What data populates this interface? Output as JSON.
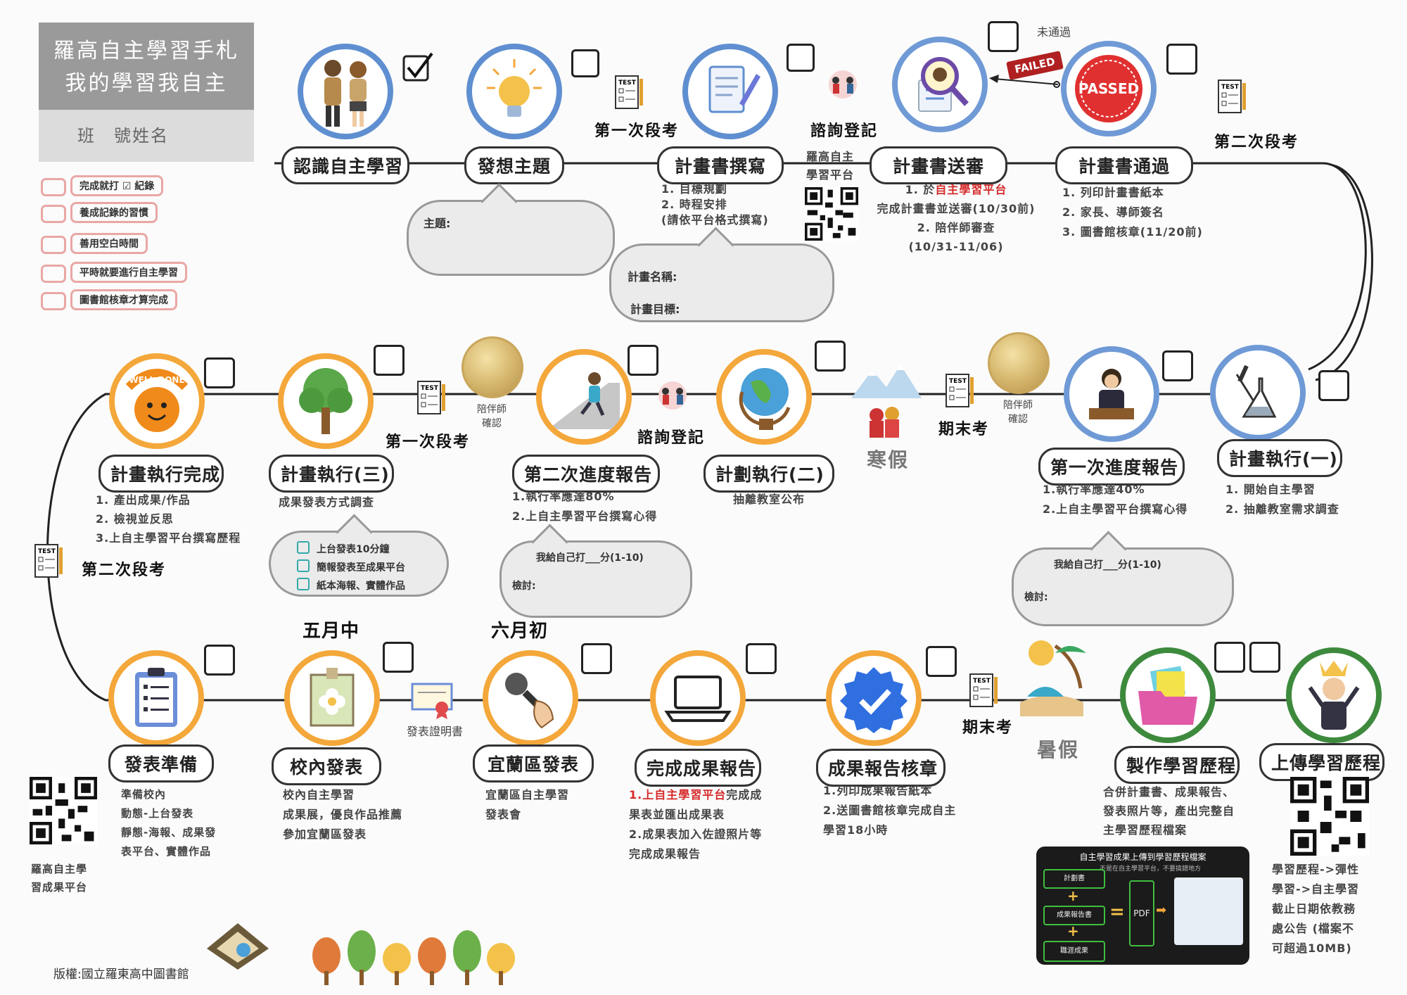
{
  "header": {
    "title1": "羅高自主學習手札",
    "title2": "我的學習我自主",
    "sub": "班　號姓名"
  },
  "legend": [
    {
      "text": "完成就打 ☑ 紀錄"
    },
    {
      "text": "養成記錄的習慣"
    },
    {
      "text": "善用空白時間"
    },
    {
      "text": "平時就要進行自主學習"
    },
    {
      "text": "圖書館核章才算完成"
    }
  ],
  "steps": {
    "know": "認識自主學習",
    "idea": "發想主題",
    "write": "計畫書撰寫",
    "review": "計畫書送審",
    "pass": "計畫書通過",
    "exec1": "計畫執行(一)",
    "prog1": "第一次進度報告",
    "exec2": "計劃執行(二)",
    "prog2": "第二次進度報告",
    "exec3": "計畫執行(三)",
    "done": "計畫執行完成",
    "prep": "發表準備",
    "school": "校內發表",
    "yilan": "宜蘭區發表",
    "report": "完成成果報告",
    "stamp": "成果報告核章",
    "portfolio": "製作學習歷程",
    "upload": "上傳學習歷程"
  },
  "descs": {
    "write": [
      "1. 目標規劃",
      "2. 時程安排",
      "(請依平台格式撰寫)"
    ],
    "platform_qr_label": [
      "羅高自主",
      "學習平台"
    ],
    "review": {
      "l1a": "1. 於",
      "l1red": "自主學習平台",
      "l2": "完成計畫書並送審(10/30前)",
      "l3": "2. 陪伴師審查",
      "l4": "(10/31-11/06)"
    },
    "pass": [
      "1. 列印計畫書紙本",
      "2. 家長、導師簽名",
      "3. 圖書館核章(11/20前)"
    ],
    "exec1": [
      "1. 開始自主學習",
      "2. 抽離教室需求調查"
    ],
    "prog1": [
      "1.執行率應達40%",
      "2.上自主學習平台撰寫心得"
    ],
    "exec2": [
      "抽離教室公布"
    ],
    "prog2": [
      "1.執行率應達80%",
      "2.上自主學習平台撰寫心得"
    ],
    "exec3": [
      "成果發表方式調查"
    ],
    "done": [
      "1. 產出成果/作品",
      "2. 檢視並反思",
      "3.上自主學習平台撰寫歷程"
    ],
    "prep": [
      "準備校內",
      "動態-上台發表",
      "靜態-海報、成果發",
      "表平台、實體作品"
    ],
    "prep_qr_label": [
      "羅高自主學",
      "習成果平台"
    ],
    "school": [
      "校內自主學習",
      "成果展，優良作品推薦",
      "參加宜蘭區發表"
    ],
    "yilan": [
      "宜蘭區自主學習",
      "發表會"
    ],
    "report": {
      "l1red": "1.上自主學習平台",
      "l1": "完成成",
      "l2": "果表並匯出成果表",
      "l3": "2.成果表加入佐證照片等",
      "l4": "完成成果報告"
    },
    "stamp": [
      "1.列印成果報告紙本",
      "2.送圖書館核章完成自主",
      "學習18小時"
    ],
    "portfolio": [
      "合併計畫書、成果報告、",
      "發表照片等，產出完整自",
      "主學習歷程檔案"
    ],
    "upload": [
      "學習歷程->彈性",
      "學習->自主學習",
      "截止日期依教務",
      "處公告 (檔案不",
      "可超過10MB)"
    ]
  },
  "bubbles": {
    "idea": "主題:",
    "plan_name": "計畫名稱:",
    "plan_goal": "計畫目標:",
    "prog1_score": "我給自己打___分(1-10)",
    "prog1_review": "檢討:",
    "prog2_score": "我給自己打___分(1-10)",
    "prog2_review": "檢討:",
    "exec3_opts": [
      "上台發表10分鐘",
      "簡報發表至成果平台",
      "紙本海報、實體作品"
    ]
  },
  "markers": {
    "exam1_top": "第一次段考",
    "exam2_top": "第二次段考",
    "consult_top": "諮詢登記",
    "consult_mid": "諮詢登記",
    "final_mid": "期末考",
    "exam1_mid": "第一次段考",
    "exam2_left": "第二次段考",
    "final_bottom": "期末考",
    "winter": "寒假",
    "summer": "暑假",
    "may": "五月中",
    "june": "六月初",
    "not_passed": "未通過",
    "tutor_confirm": "陪伴師\n確認",
    "cert": "發表證明書",
    "failed_stamp": "FAILED",
    "passed_stamp": "PASSED",
    "welldone": "WELL DONE"
  },
  "pdf_panel": {
    "title": "自主學習成果上傳到學習歷程檔案",
    "note": "不是在自主學習平台，不要搞錯地方",
    "items": [
      "計劃書",
      "成果報告書",
      "職涯成果"
    ],
    "pdf": "PDF"
  },
  "footer": "版權:國立羅東高中圖書館",
  "colors": {
    "blue": "#5f8fd0",
    "orange": "#f4a73a",
    "green": "#3d8a3d",
    "red": "#d52b2b"
  }
}
